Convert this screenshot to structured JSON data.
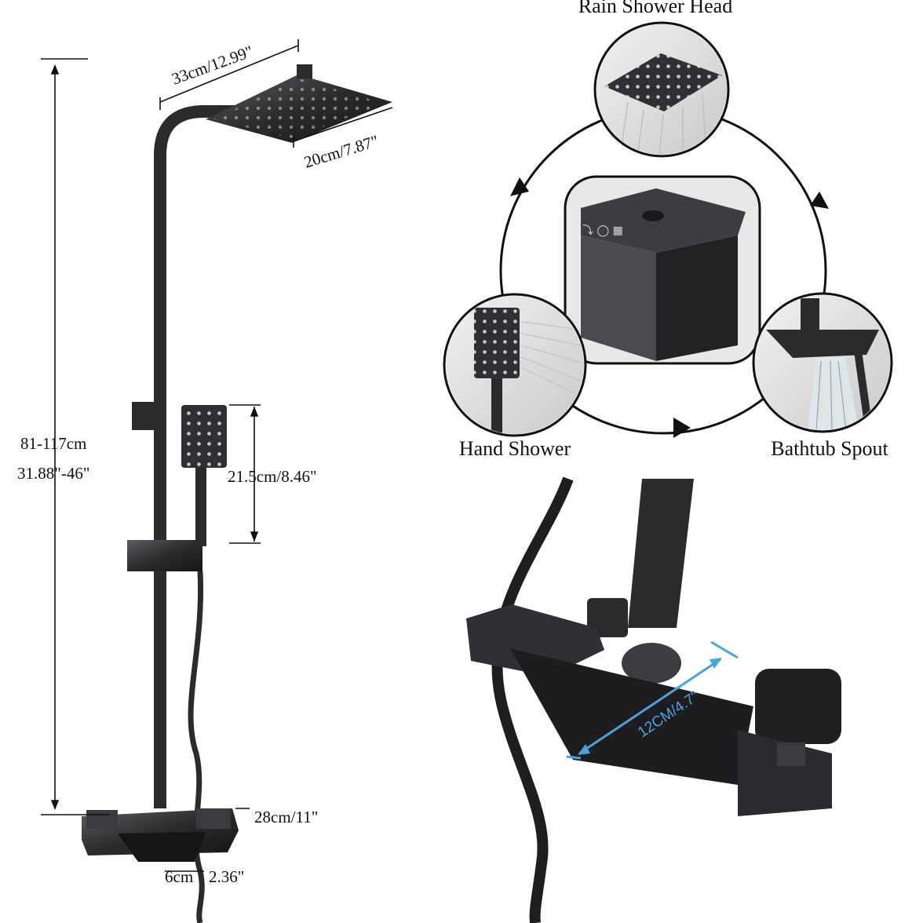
{
  "labels": {
    "rain_shower_head": "Rain Shower Head",
    "hand_shower": "Hand Shower",
    "bathtub_spout": "Bathtub Spout"
  },
  "dimensions": {
    "head_width": "33cm/12.99\"",
    "head_depth": "20cm/7.87\"",
    "height_cm": "81-117cm",
    "height_in": "31.88\"-46\"",
    "hand_shower_len": "21.5cm/8.46\"",
    "mixer_width": "28cm/11\"",
    "spout_width_a": "6cm",
    "spout_width_b": "2.36\"",
    "spout_closeup": "12CM/4.7\""
  },
  "colors": {
    "fixture": "#2b2b2d",
    "fixture_light": "#5a5b5f",
    "accent_blue": "#4aa3df",
    "ring": "#111111"
  }
}
